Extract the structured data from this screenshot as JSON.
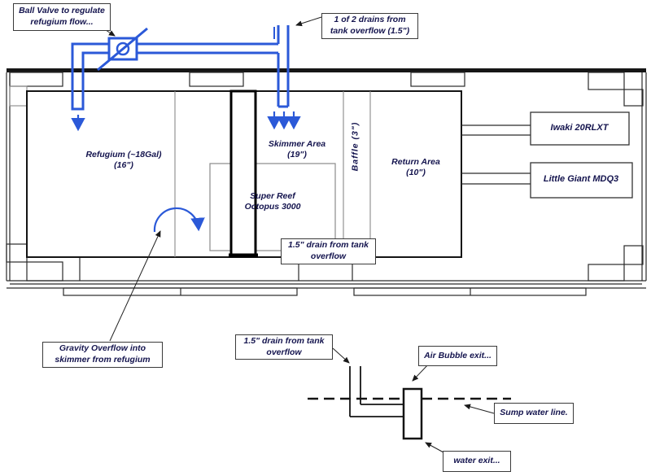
{
  "labels": {
    "ball_valve": "Ball Valve to regulate refugium flow...",
    "drains_top": "1 of 2 drains from tank overflow (1.5\")",
    "drain_mid": "1.5\" drain from tank overflow",
    "gravity": "Gravity Overflow into skimmer from refugium",
    "drain_bottom": "1.5\" drain from tank overflow",
    "air_bubble": "Air Bubble exit...",
    "sump_water": "Sump water line.",
    "water_exit": "water exit..."
  },
  "areas": {
    "refugium_line1": "Refugium (~18Gal)",
    "refugium_line2": "(16\")",
    "skimmer_line1": "Skimmer Area",
    "skimmer_line2": "(19\")",
    "baffle": "Baffle  (3\")",
    "return_line1": "Return Area",
    "return_line2": "(10\")",
    "octopus_line1": "Super Reef",
    "octopus_line2": "Octopus 3000"
  },
  "equipment": {
    "pump_top": "Iwaki 20RLXT",
    "pump_bottom": "Little Giant MDQ3"
  },
  "colors": {
    "pipe_blue": "#2b59d8",
    "text_navy": "#14144e",
    "line_dark": "#1a1a1a"
  }
}
